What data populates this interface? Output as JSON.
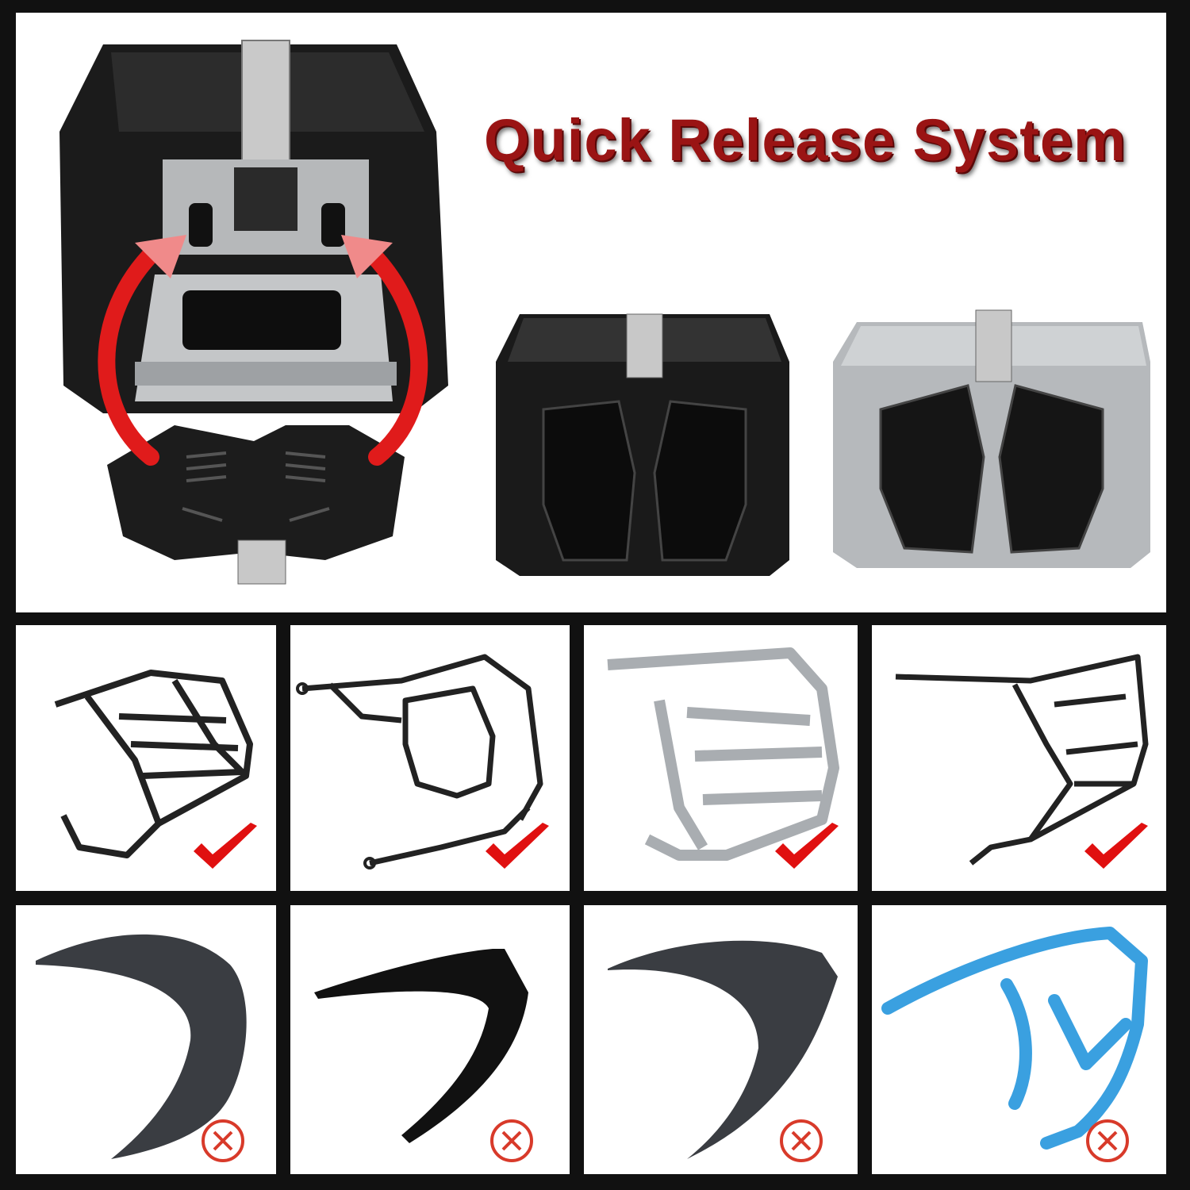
{
  "hero": {
    "title": "Quick Release System",
    "arrow_color": "#e01b1b",
    "box_colors": [
      "#1a1a1a",
      "#b9bcbf"
    ]
  },
  "compatibility": {
    "check_color": "#e01010",
    "cross_color": "#d83a2a",
    "compatible": [
      {
        "id": "rack-1",
        "finish": "black",
        "status": "check-icon"
      },
      {
        "id": "rack-2",
        "finish": "black",
        "status": "check-icon"
      },
      {
        "id": "rack-3",
        "finish": "silver",
        "status": "check-icon"
      },
      {
        "id": "rack-4",
        "finish": "black",
        "status": "check-icon"
      }
    ],
    "incompatible": [
      {
        "id": "grab-1",
        "finish": "dark-gray",
        "status": "cross-icon"
      },
      {
        "id": "grab-2",
        "finish": "black",
        "status": "cross-icon"
      },
      {
        "id": "grab-3",
        "finish": "dark-gray",
        "status": "cross-icon"
      },
      {
        "id": "grab-4",
        "finish": "blue",
        "status": "cross-icon"
      }
    ]
  }
}
